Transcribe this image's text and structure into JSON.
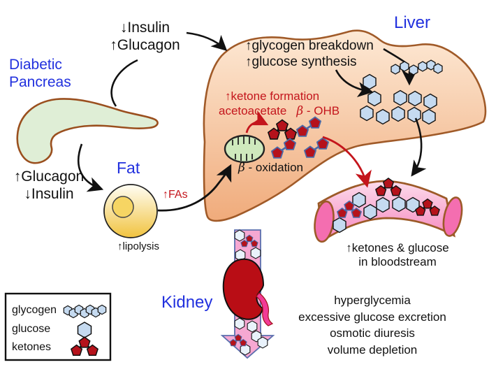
{
  "title": "Diabetic ketoacidosis pathophysiology diagram",
  "labels": {
    "hormones_top": {
      "line1": "↓Insulin",
      "line2": "↑Glucagon"
    },
    "pancreas_title": {
      "line1": "Diabetic",
      "line2": "Pancreas"
    },
    "hormones_left": {
      "line1": "↑Glucagon",
      "line2": "↓Insulin"
    },
    "fat": "Fat",
    "fas": "↑FAs",
    "lipolysis": "↑lipolysis",
    "liver": "Liver",
    "liver_processes": {
      "line1": "↑glycogen breakdown",
      "line2": "↑glucose synthesis"
    },
    "ketone_formation": "↑ketone formation",
    "acetoacetate": "acetoacetate",
    "beta": "β",
    "ohb_rest": " - OHB",
    "oxidation_rest": " - oxidation",
    "bloodstream": {
      "line1": "↑ketones & glucose",
      "line2": "in bloodstream"
    },
    "kidney": "Kidney",
    "outcomes": {
      "line1": "hyperglycemia",
      "line2": "excessive glucose excretion",
      "line3": "osmotic diuresis",
      "line4": "volume depletion"
    },
    "legend": {
      "glycogen": "glycogen",
      "glucose": "glucose",
      "ketones": "ketones"
    }
  },
  "icons": {
    "glucose-icon": "light-blue hexagon",
    "glycogen-icon": "chain of small light-blue hexagons",
    "ketone-icon": "dark-red pentagon cluster",
    "mitochondria-icon": "green oval with cristae",
    "excretion-arrow": "pink downward block arrow"
  },
  "palette": {
    "label_blue": "#2130de",
    "accent_red": "#c4151c",
    "ink": "#111111",
    "pancreas_green": "#dfeed6",
    "liver_peach_top": "#fde8d3",
    "liver_peach_bottom": "#f0ab7b",
    "organ_outline_brown": "#9a4f1e",
    "fat_yellow": "#f2c94a",
    "mito_green": "#cfe9bd",
    "glucose_blue": "#c5daf0",
    "ketone_red": "#b5121b",
    "ketone_link_blue": "#4a6aa8",
    "vessel_pink": "#f792c4",
    "vessel_cap_pink": "#f46eb0",
    "kidney_red": "#b90d15",
    "ureter_pink": "#f23b97",
    "excretion_arrow_pink": "#f6a8d2",
    "excretion_arrow_outline": "#5b6fae"
  }
}
